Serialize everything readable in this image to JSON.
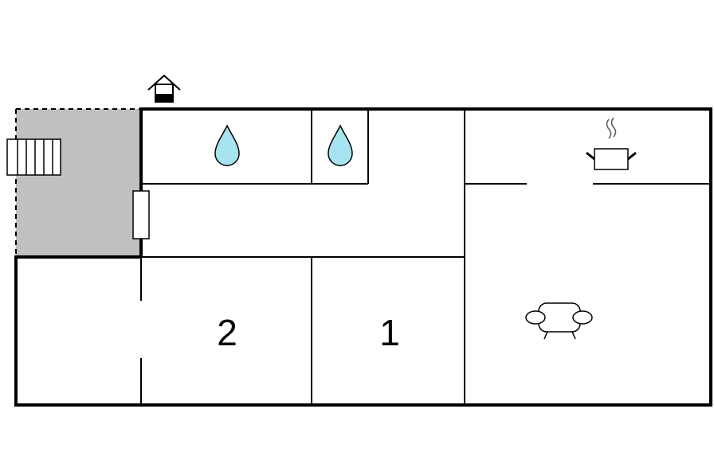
{
  "rooms": [
    {
      "id": "bedroom-2",
      "number": "2"
    },
    {
      "id": "bedroom-1",
      "number": "1"
    }
  ],
  "icons": {
    "entrance": "house-entrance-icon",
    "bathroom": "water-drop-icon",
    "kitchen": "cooking-pot-icon",
    "living_room": "sofa-icon",
    "stairs": "stairs-icon"
  },
  "colors": {
    "walls": "#000000",
    "terrace_fill": "#c0c0c0",
    "water_drop": "#a8e4f0",
    "background": "#ffffff"
  }
}
